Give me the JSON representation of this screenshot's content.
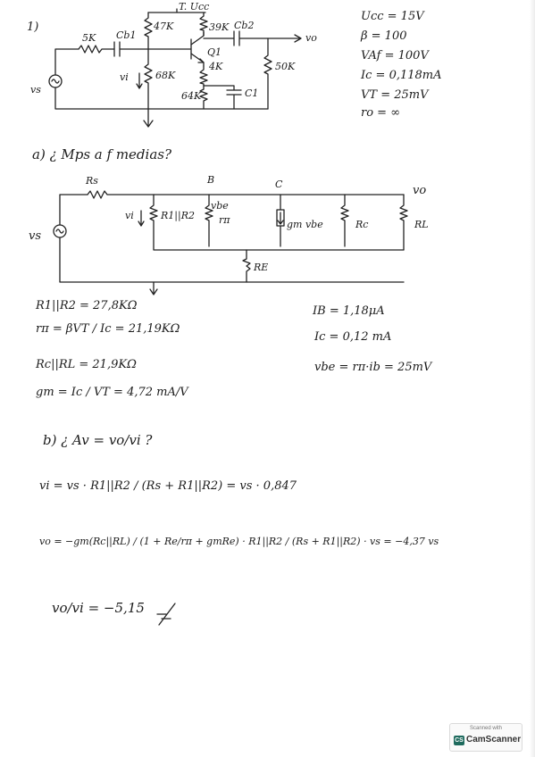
{
  "problem": {
    "number": "1)",
    "vcc_label": "T. Ucc",
    "components": {
      "r_source": "5K",
      "cb1": "Cb1",
      "r1": "47K",
      "r2": "68K",
      "rc": "39K",
      "re": "4K",
      "re_bypass": "64K",
      "ce": "C1",
      "cb2": "Cb2",
      "rl": "50K",
      "transistor": "Q1",
      "vi": "vi",
      "vo": "vo",
      "vs": "vs"
    },
    "params": [
      "Ucc = 15V",
      "β = 100",
      "VAf = 100V",
      "Ic = 0,118mA",
      "VT = 25mV",
      "ro = ∞"
    ]
  },
  "part_a": {
    "question": "a) ¿ Mps a f medias?",
    "circuit": {
      "rs": "Rs",
      "b": "B",
      "c": "C",
      "vo": "vo",
      "vi": "vi",
      "vbe": "vbe",
      "r12": "R1||R2",
      "rpi": "rπ",
      "gm_src": "gm vbe",
      "rc": "Rc",
      "rl": "RL",
      "re": "RE",
      "vs": "vs"
    },
    "results_left": [
      "R1||R2 = 27,8KΩ",
      "rπ = βVT / Ic = 21,19KΩ",
      "Rc||RL = 21,9KΩ",
      "gm = Ic / VT = 4,72 mA/V"
    ],
    "results_right": [
      "IB = 1,18μA",
      "Ic = 0,12 mA",
      "vbe = rπ·ib = 25mV"
    ]
  },
  "part_b": {
    "question": "b) ¿ Av = vo/vi ?",
    "vi_eq": "vi = vs · R1||R2 / (Rs + R1||R2) = vs · 0,847",
    "vo_eq": "vo = −gm(Rc||RL) / (1 + Re/rπ + gmRe) · R1||R2 / (Rs + R1||R2) · vs = −4,37 vs",
    "av_result": "vo/vi = −5,15"
  },
  "scanner": {
    "top": "Scanned with",
    "name": "CamScanner",
    "logo": "CS"
  }
}
